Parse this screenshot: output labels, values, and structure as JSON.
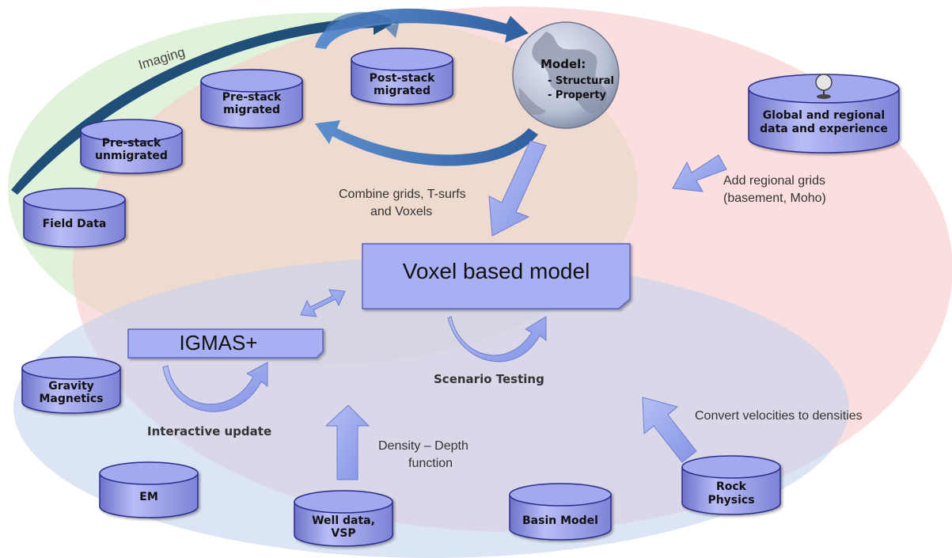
{
  "cylinders": {
    "field_data": "Field Data",
    "pre_stack_unmigrated": [
      "Pre-stack",
      "unmigrated"
    ],
    "pre_stack_migrated": [
      "Pre-stack",
      "migrated"
    ],
    "post_stack_migrated": [
      "Post-stack",
      "migrated"
    ],
    "global_regional": [
      "Global and regional",
      "data and experience"
    ],
    "gravity_magnetics": [
      "Gravity",
      "Magnetics"
    ],
    "em": "EM",
    "well_data": [
      "Well data,",
      "VSP"
    ],
    "basin_model": "Basin Model",
    "rock_physics": [
      "Rock",
      "Physics"
    ]
  },
  "globe": {
    "title": "Model:",
    "items": [
      "- Structural",
      "- Property"
    ]
  },
  "labels": {
    "imaging": "Imaging",
    "combine": [
      "Combine grids, T-surfs",
      "and Voxels"
    ],
    "add_regional": [
      "Add regional grids",
      "(basement, Moho)"
    ],
    "voxel_model": "Voxel based model",
    "igmas": "IGMAS+",
    "scenario_testing": "Scenario Testing",
    "interactive_update": "Interactive update",
    "density_depth": [
      "Density – Depth",
      "function"
    ],
    "convert_velocities": "Convert velocities to densities"
  },
  "colors": {
    "green_region": "#d9f0d3",
    "red_region": "#fbd3d3",
    "blue_region": "#cfdcef",
    "cylinder_fill": "#a9aef2",
    "cylinder_dark": "#2a2d8c",
    "arrow_fill": "#98a8ee",
    "arc_dark": "#1f4e79",
    "arc_blue": "#4a78b8"
  }
}
